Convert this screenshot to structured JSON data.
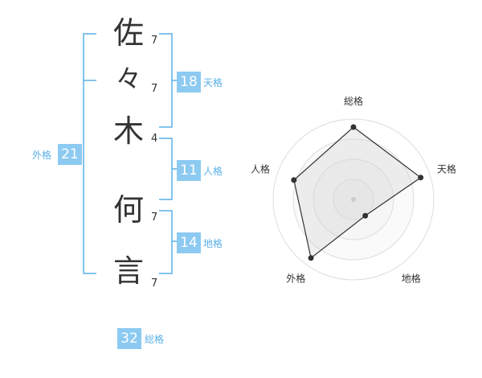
{
  "characters": [
    {
      "char": "佐",
      "strokes": "7"
    },
    {
      "char": "々",
      "strokes": "7"
    },
    {
      "char": "木",
      "strokes": "4"
    },
    {
      "char": "何",
      "strokes": "7"
    },
    {
      "char": "言",
      "strokes": "7"
    }
  ],
  "kaku": {
    "tenkaku": {
      "value": "18",
      "label": "天格"
    },
    "jinkaku": {
      "value": "11",
      "label": "人格"
    },
    "chikaku": {
      "value": "14",
      "label": "地格"
    },
    "gaikaku": {
      "value": "21",
      "label": "外格"
    },
    "soukaku": {
      "value": "32",
      "label": "総格"
    }
  },
  "colors": {
    "accent": "#8ccaf2",
    "bracket": "#5ab0e8",
    "text": "#333333"
  },
  "chart_data": {
    "type": "radar",
    "axes": [
      "総格",
      "天格",
      "地格",
      "外格",
      "人格"
    ],
    "values": [
      0.9,
      0.88,
      0.25,
      0.9,
      0.78
    ],
    "value_scale": [
      0,
      1
    ],
    "rings": 4,
    "grid": true
  }
}
